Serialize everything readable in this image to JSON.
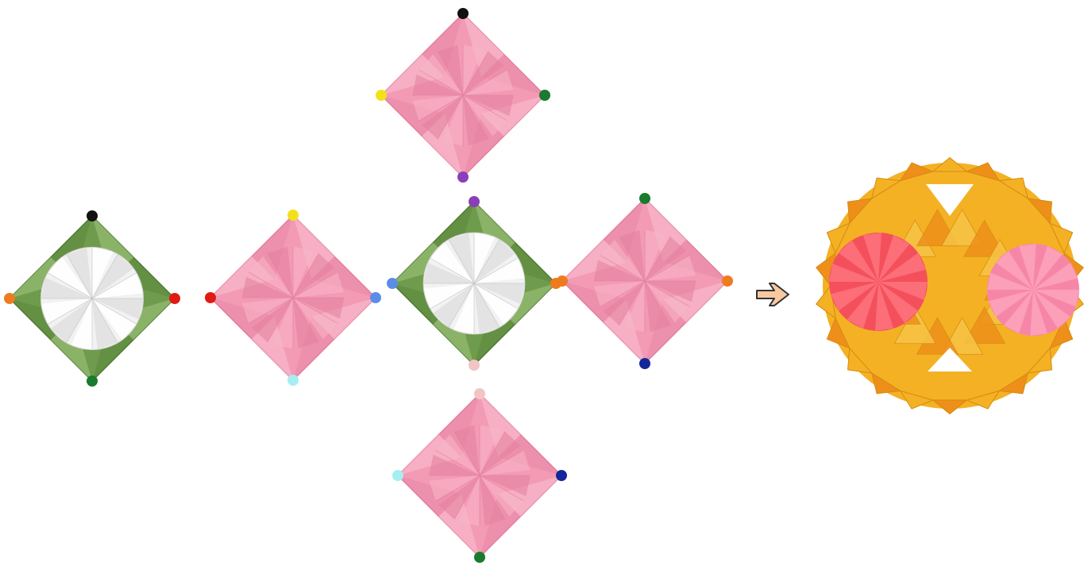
{
  "colors": {
    "pink_light": "#f7b6c9",
    "pink_main": "#f39ab5",
    "pink_dark": "#e27f9e",
    "green_light": "#94bb71",
    "green_main": "#6f9b4c",
    "green_dark": "#4f7a33",
    "white_center": "#f2f2f2",
    "ball_yellow": "#f4b124",
    "ball_orange": "#ee8f1a",
    "ball_red": "#f4505c",
    "ball_pink": "#f686a8",
    "arrow_fill": "#f8c8a0",
    "arrow_stroke": "#333333",
    "markers": {
      "black": "#111111",
      "green": "#1a7a2e",
      "yellow": "#f2e11a",
      "purple": "#8a3fb8",
      "orange": "#ee7b1e",
      "red": "#e01b14",
      "blue": "#5b8de8",
      "lightblue": "#a6eef2",
      "pink": "#f3c4c6",
      "navy": "#12279a"
    }
  },
  "modules": [
    {
      "id": "top",
      "face": "pink",
      "markers": [
        [
          "top",
          "black"
        ],
        [
          "right",
          "green"
        ],
        [
          "bottom",
          "purple"
        ],
        [
          "left",
          "yellow"
        ]
      ]
    },
    {
      "id": "far-left",
      "face": "green",
      "markers": [
        [
          "top",
          "black"
        ],
        [
          "right",
          "red"
        ],
        [
          "bottom",
          "green"
        ],
        [
          "left",
          "orange"
        ]
      ]
    },
    {
      "id": "middle-left",
      "face": "pink",
      "markers": [
        [
          "top",
          "yellow"
        ],
        [
          "right",
          "blue"
        ],
        [
          "bottom",
          "lightblue"
        ],
        [
          "left",
          "red"
        ]
      ]
    },
    {
      "id": "center",
      "face": "green",
      "markers": [
        [
          "top",
          "purple"
        ],
        [
          "right",
          "orange"
        ],
        [
          "bottom",
          "pink"
        ],
        [
          "left",
          "blue"
        ]
      ]
    },
    {
      "id": "middle-right",
      "face": "pink",
      "markers": [
        [
          "top",
          "green"
        ],
        [
          "right",
          "orange"
        ],
        [
          "bottom",
          "navy"
        ],
        [
          "left",
          "orange"
        ]
      ]
    },
    {
      "id": "bottom",
      "face": "pink",
      "markers": [
        [
          "top",
          "pink"
        ],
        [
          "right",
          "navy"
        ],
        [
          "bottom",
          "green"
        ],
        [
          "left",
          "lightblue"
        ]
      ]
    }
  ],
  "arrow_icon": "right-arrow-icon",
  "result": "kusudama-ball"
}
